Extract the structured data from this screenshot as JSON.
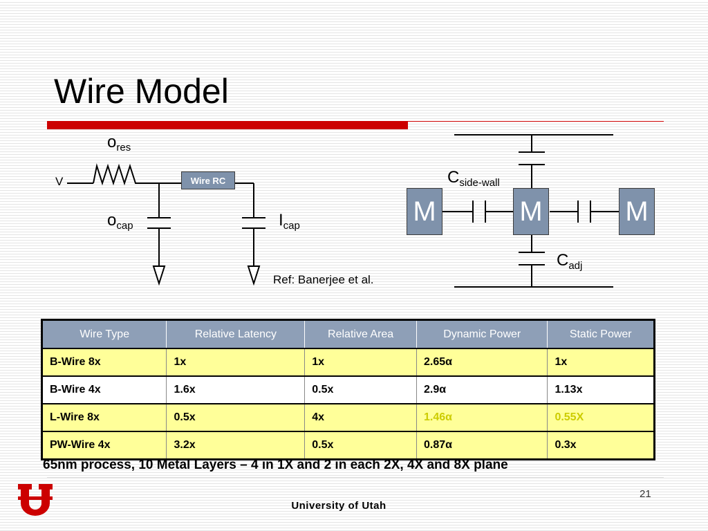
{
  "slide": {
    "title": "Wire Model",
    "page_number": "21",
    "footer": "University of Utah",
    "note": "65nm process, 10 Metal Layers – 4 in 1X and 2 in each 2X, 4X and 8X plane",
    "colors": {
      "accent_red": "#cc0000",
      "box_blue": "#7f92ab",
      "highlight_yellow": "#ffff99",
      "logo_red": "#cc0000"
    }
  },
  "circuit": {
    "v_label": "V",
    "res_label": "o",
    "res_sub": "res",
    "cap_label": "o",
    "cap_sub": "cap",
    "icap_label": "I",
    "icap_sub": "cap",
    "wire_rc_label": "Wire RC",
    "reference": "Ref: Banerjee et al."
  },
  "cross_section": {
    "metal_label": "M",
    "side_wall_label": "C",
    "side_wall_sub": "side-wall",
    "adj_label": "C",
    "adj_sub": "adj"
  },
  "table": {
    "headers": [
      "Wire Type",
      "Relative Latency",
      "Relative Area",
      "Dynamic Power",
      "Static Power"
    ],
    "rows": [
      [
        "B-Wire 8x",
        "1x",
        "1x",
        "2.65α",
        "1x"
      ],
      [
        "B-Wire 4x",
        "1.6x",
        "0.5x",
        "2.9α",
        "1.13x"
      ],
      [
        "L-Wire 8x",
        "0.5x",
        "4x",
        "1.46α",
        "0.55X"
      ],
      [
        "PW-Wire 4x",
        "3.2x",
        "0.5x",
        "0.87α",
        "0.3x"
      ]
    ]
  }
}
